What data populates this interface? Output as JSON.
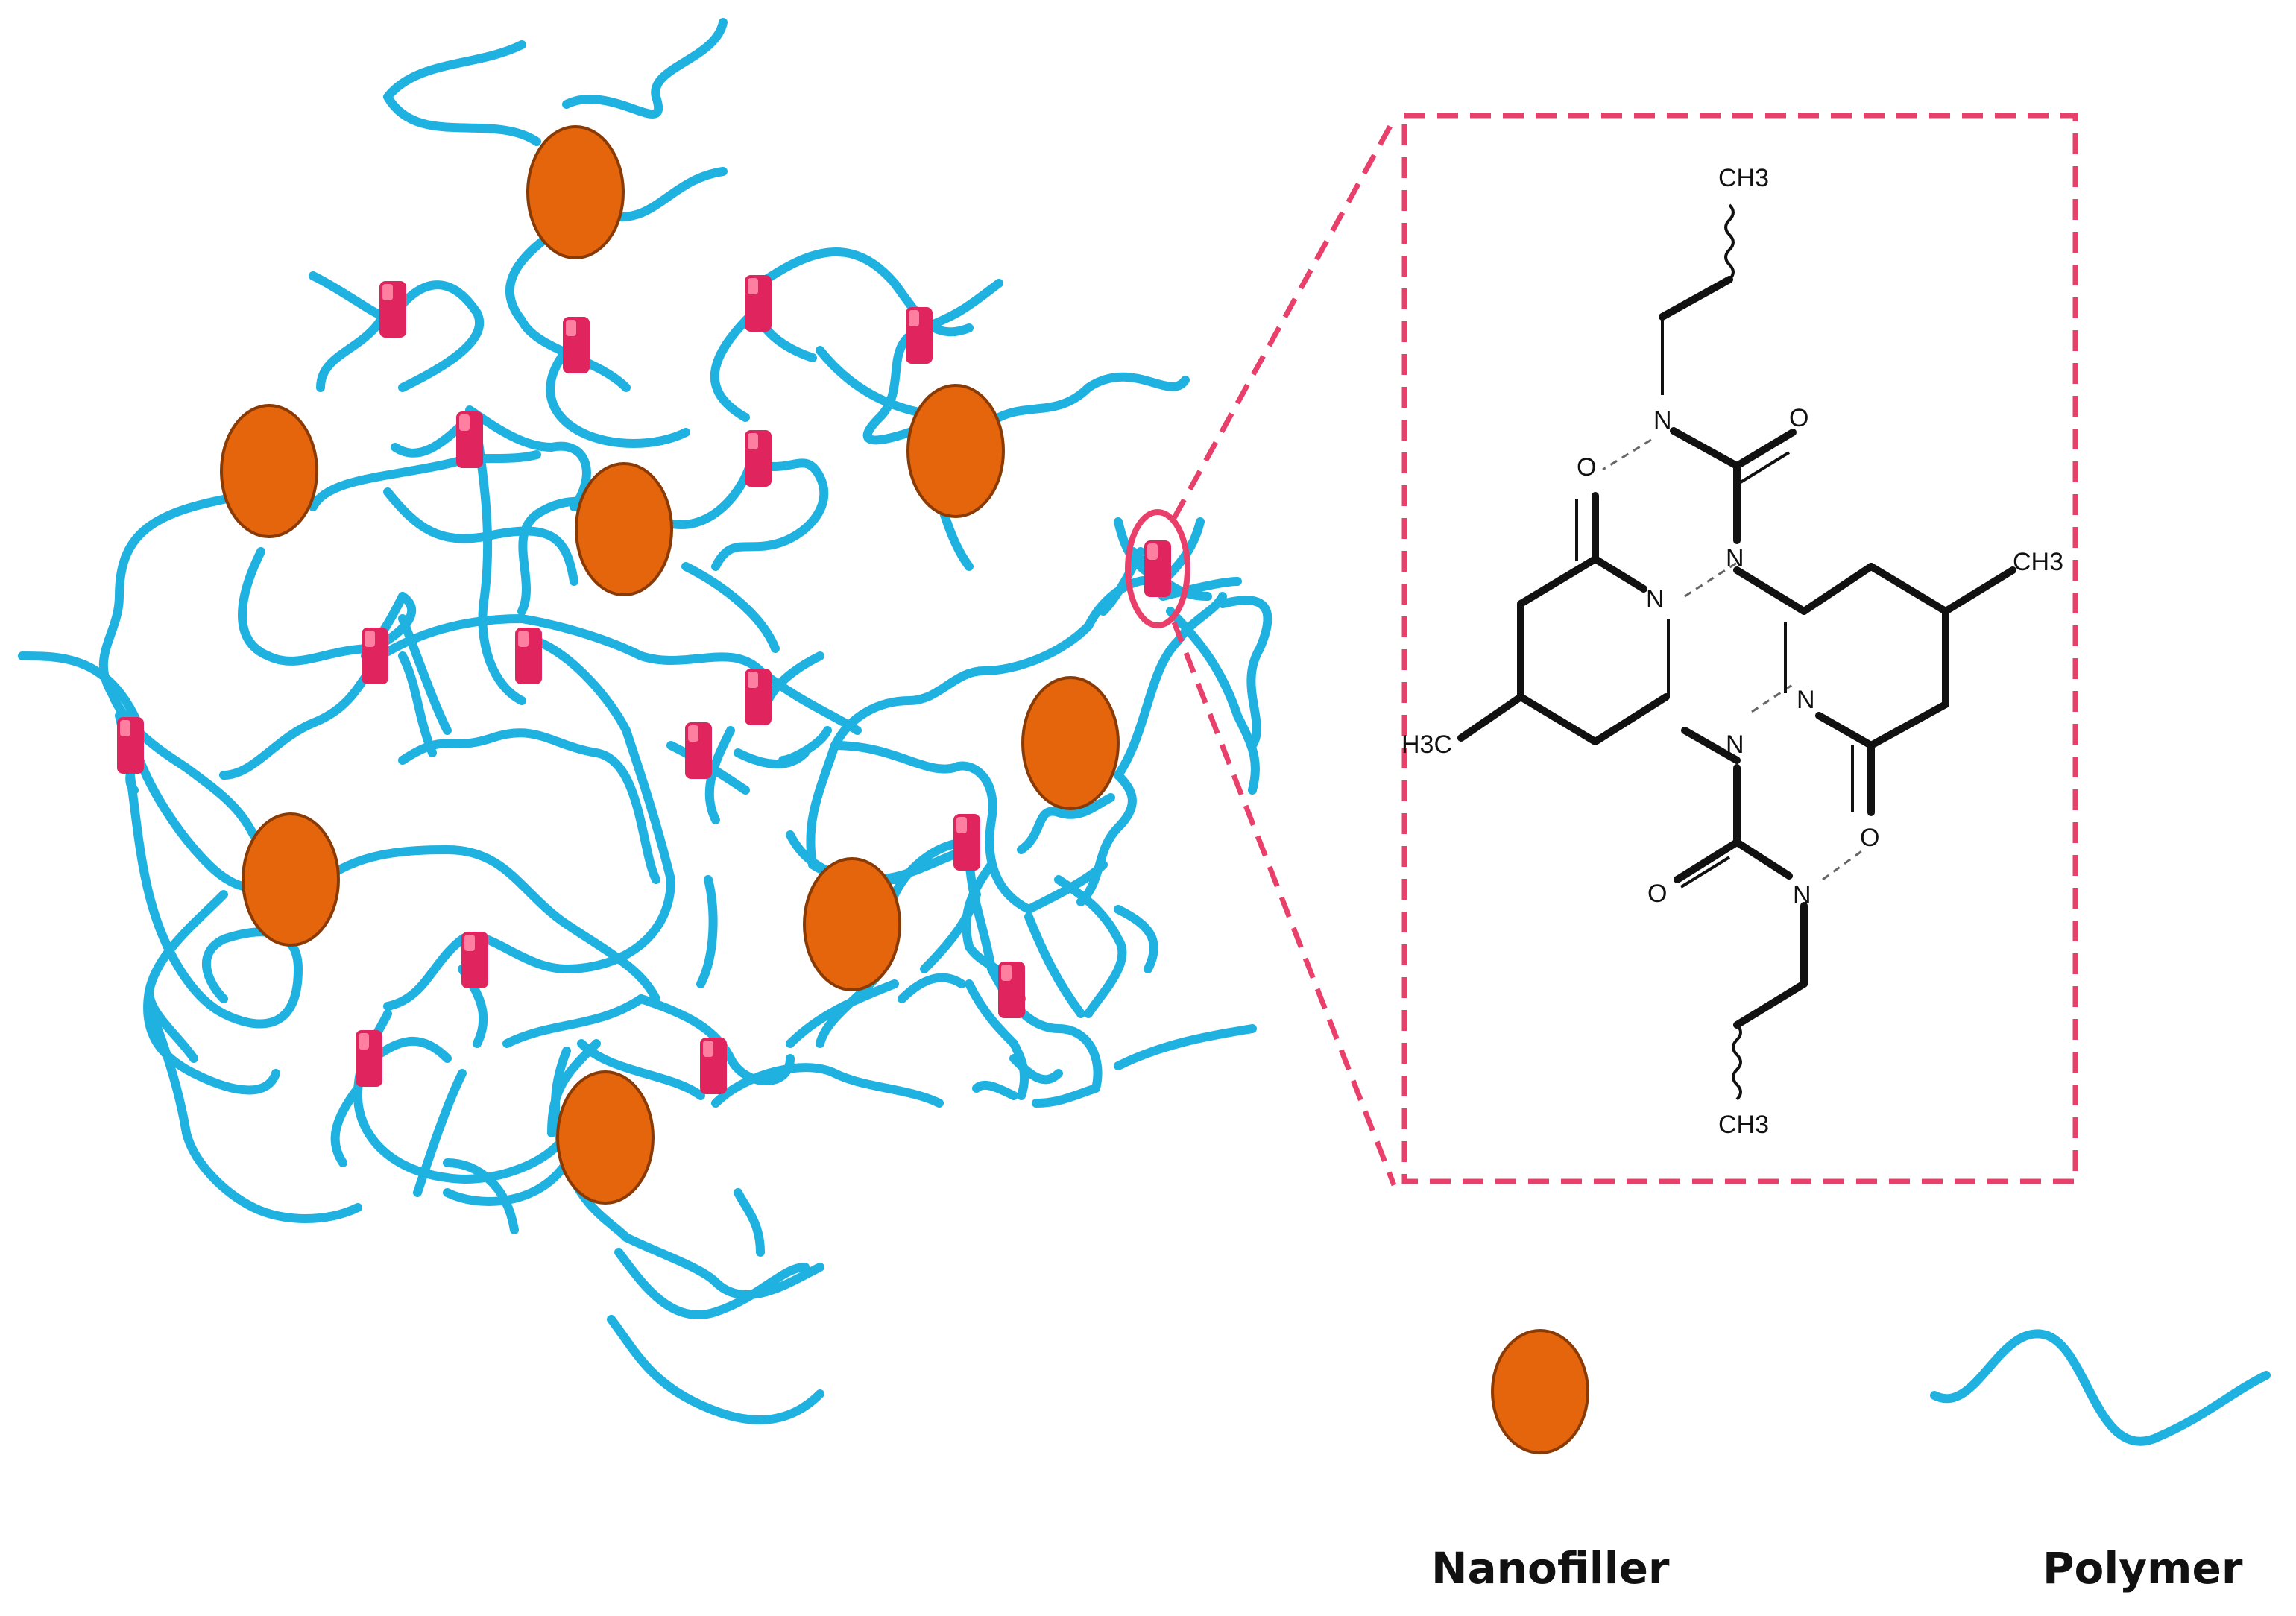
{
  "colors": {
    "polymer": "#1fb1e0",
    "nanofiller": "#e4650b",
    "nanofiller_edge": "#8a3b05",
    "crosslink": "#e0245e",
    "zoom_frame": "#e8406a",
    "bond": "#111111"
  },
  "molecule": {
    "atoms": {
      "ch3_top": "CH3",
      "ch3_right": "CH3",
      "h3c_left": "H3C",
      "ch3_bottom": "CH3",
      "n": "N",
      "o": "O"
    }
  },
  "legend": {
    "nanofiller_label": "Nanofiller",
    "polymer_label": "Polymer"
  }
}
